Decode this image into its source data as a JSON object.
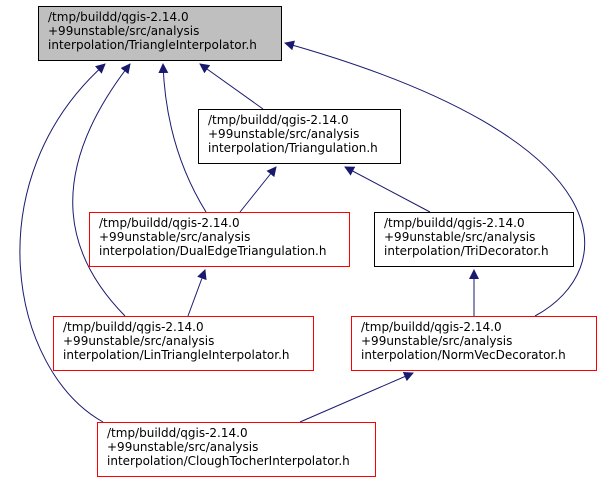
{
  "graph": {
    "colors": {
      "edge": "#191970",
      "current_fill": "#bfbfbf",
      "normal_border": "#000000",
      "unlinked_border": "#ff0000"
    },
    "nodes": [
      {
        "id": "triangle_interpolator",
        "lines": [
          "/tmp/buildd/qgis-2.14.0",
          "+99unstable/src/analysis",
          "interpolation/TriangleInterpolator.h"
        ],
        "style": "current"
      },
      {
        "id": "triangulation",
        "lines": [
          "/tmp/buildd/qgis-2.14.0",
          "+99unstable/src/analysis",
          "interpolation/Triangulation.h"
        ],
        "style": "normal"
      },
      {
        "id": "dual_edge_triangulation",
        "lines": [
          "/tmp/buildd/qgis-2.14.0",
          "+99unstable/src/analysis",
          "interpolation/DualEdgeTriangulation.h"
        ],
        "style": "red"
      },
      {
        "id": "tri_decorator",
        "lines": [
          "/tmp/buildd/qgis-2.14.0",
          "+99unstable/src/analysis",
          "interpolation/TriDecorator.h"
        ],
        "style": "normal"
      },
      {
        "id": "lin_triangle_interpolator",
        "lines": [
          "/tmp/buildd/qgis-2.14.0",
          "+99unstable/src/analysis",
          "interpolation/LinTriangleInterpolator.h"
        ],
        "style": "red"
      },
      {
        "id": "norm_vec_decorator",
        "lines": [
          "/tmp/buildd/qgis-2.14.0",
          "+99unstable/src/analysis",
          "interpolation/NormVecDecorator.h"
        ],
        "style": "red"
      },
      {
        "id": "clough_tocher_interpolator",
        "lines": [
          "/tmp/buildd/qgis-2.14.0",
          "+99unstable/src/analysis",
          "interpolation/CloughTocherInterpolator.h"
        ],
        "style": "red"
      }
    ],
    "edges": [
      {
        "from": "triangulation",
        "to": "triangle_interpolator"
      },
      {
        "from": "dual_edge_triangulation",
        "to": "triangle_interpolator"
      },
      {
        "from": "lin_triangle_interpolator",
        "to": "triangle_interpolator"
      },
      {
        "from": "clough_tocher_interpolator",
        "to": "triangle_interpolator"
      },
      {
        "from": "norm_vec_decorator",
        "to": "triangle_interpolator"
      },
      {
        "from": "dual_edge_triangulation",
        "to": "triangulation"
      },
      {
        "from": "tri_decorator",
        "to": "triangulation"
      },
      {
        "from": "lin_triangle_interpolator",
        "to": "dual_edge_triangulation"
      },
      {
        "from": "norm_vec_decorator",
        "to": "tri_decorator"
      },
      {
        "from": "clough_tocher_interpolator",
        "to": "norm_vec_decorator"
      }
    ]
  }
}
